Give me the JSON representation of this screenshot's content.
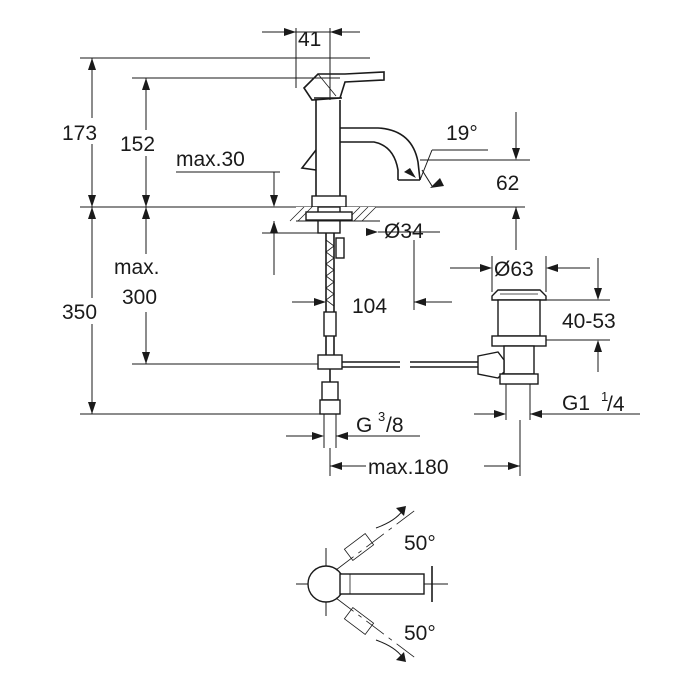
{
  "drawing": {
    "top_view": {
      "labels": {
        "width_41": "41",
        "height_173": "173",
        "height_152": "152",
        "max_30": "max.30",
        "spout_angle": "19°",
        "spout_height_62": "62",
        "hole_dia_34": "Ø34",
        "max_label": "max.",
        "depth_300": "300",
        "length_350": "350",
        "spacing_104": "104",
        "waste_dia_63": "Ø63",
        "waste_range": "40-53",
        "thread_g38_main": "G",
        "thread_g38_num": "3",
        "thread_g38_den": "/8",
        "thread_g114_main": "G1",
        "thread_g114_num": "1",
        "thread_g114_den": "/4",
        "max_180": "max.180"
      }
    },
    "plan_view": {
      "labels": {
        "angle_upper": "50°",
        "angle_lower": "50°"
      }
    }
  }
}
